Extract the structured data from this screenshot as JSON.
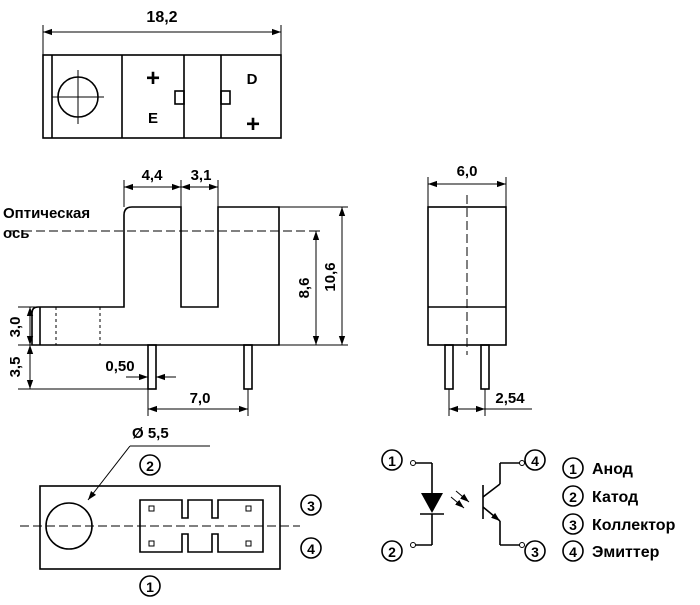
{
  "dimensions": {
    "overall_width": "18,2",
    "slot_left": "4,4",
    "slot_width": "3,1",
    "side_width": "6,0",
    "height_axis": "8,6",
    "height_total": "10,6",
    "step_height": "3,0",
    "pin_length": "3,5",
    "pin_width": "0,50",
    "pin_spacing": "7,0",
    "pin_pitch": "2,54",
    "hole_diameter": "Ø 5,5"
  },
  "body_marks": {
    "emitter_plus": "+",
    "emitter_label": "E",
    "detector_label": "D",
    "detector_plus": "+"
  },
  "optical_axis_label_line1": "Оптическая",
  "optical_axis_label_line2": "ось",
  "pins": {
    "p1": "1",
    "p2": "2",
    "p3": "3",
    "p4": "4"
  },
  "legend": [
    {
      "num": "1",
      "label": "Анод"
    },
    {
      "num": "2",
      "label": "Катод"
    },
    {
      "num": "3",
      "label": "Коллектор"
    },
    {
      "num": "4",
      "label": "Эмиттер"
    }
  ]
}
